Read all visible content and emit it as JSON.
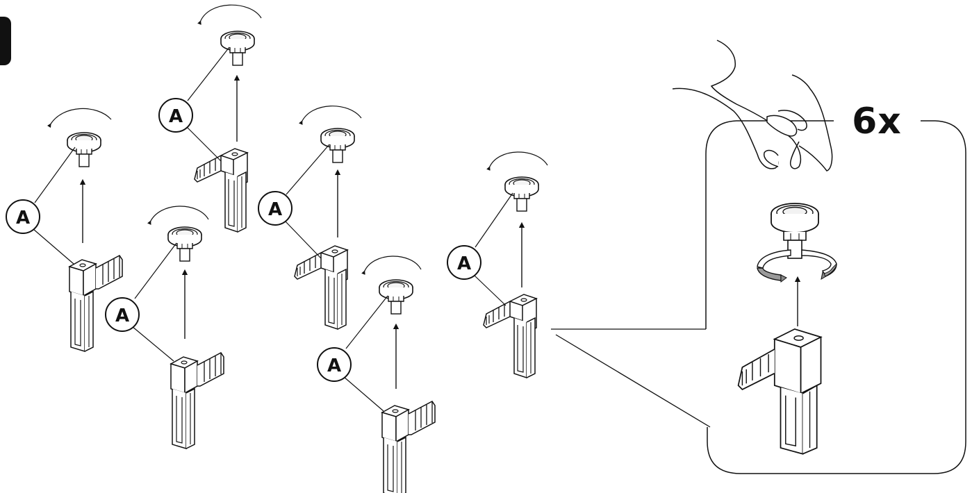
{
  "step": {
    "number": ""
  },
  "quantity": {
    "label": "6x"
  },
  "assemblies": [
    {
      "label": "A"
    },
    {
      "label": "A"
    },
    {
      "label": "A"
    },
    {
      "label": "A"
    },
    {
      "label": "A"
    },
    {
      "label": "A"
    }
  ],
  "detail": {
    "label": "6x"
  }
}
